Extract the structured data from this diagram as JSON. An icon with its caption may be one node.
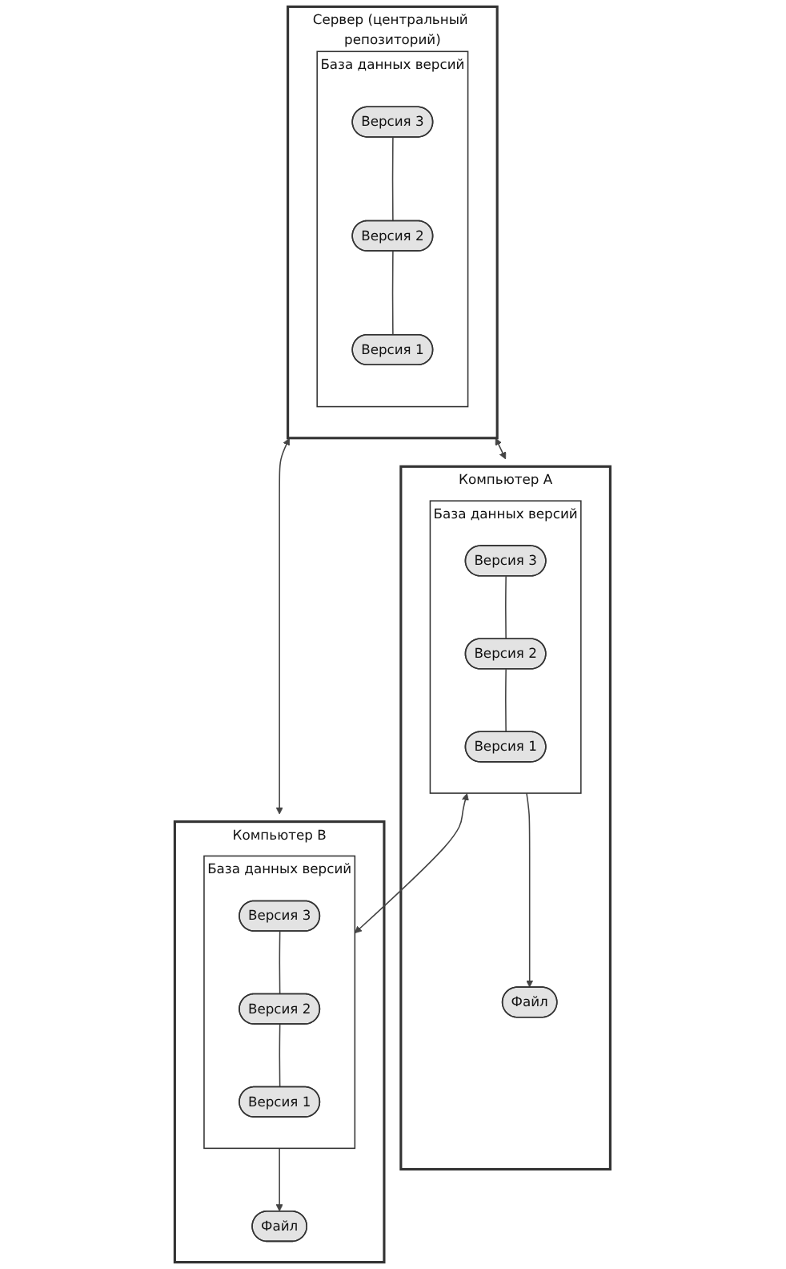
{
  "diagram": {
    "nodes": [
      {
        "text": [
          "Сервер (центральный репозиторий)"
        ]
      },
      {
        "text": [
          "База данных версий"
        ],
        "in": 0
      },
      {
        "text": [
          "Версия 3"
        ],
        "in": 1
      },
      {
        "text": [
          "Версия 2"
        ],
        "in": 1
      },
      {
        "text": [
          "Версия 1"
        ],
        "in": 1
      },
      {
        "text": [
          "Компьютер A"
        ]
      },
      {
        "text": [
          "Файл"
        ],
        "in": 5
      },
      {
        "text": [
          "База данных версий"
        ],
        "in": 5
      },
      {
        "text": [
          "Версия 3"
        ],
        "in": 7
      },
      {
        "text": [
          "Версия 2"
        ],
        "in": 7
      },
      {
        "text": [
          "Версия 1"
        ],
        "in": 7
      },
      {
        "text": [
          "Компьютер B"
        ]
      },
      {
        "text": [
          "Файл"
        ],
        "in": 11
      },
      {
        "text": [
          "База данных версий"
        ],
        "in": 11
      },
      {
        "text": [
          "Версия 3"
        ],
        "in": 13
      },
      {
        "text": [
          "Версия 2"
        ],
        "in": 13
      },
      {
        "text": [
          "Версия 1"
        ],
        "in": 13
      }
    ],
    "edges": [
      {
        "from": 2,
        "to": 3,
        "arrow": "none"
      },
      {
        "from": 3,
        "to": 4,
        "arrow": "none"
      },
      {
        "from": 0,
        "to": 5,
        "arrow": "both"
      },
      {
        "from": 0,
        "to": 11,
        "arrow": "both"
      },
      {
        "from": 7,
        "to": 6,
        "arrow": "to"
      },
      {
        "from": 13,
        "to": 12,
        "arrow": "to"
      },
      {
        "from": 8,
        "to": 9,
        "arrow": "none"
      },
      {
        "from": 9,
        "to": 10,
        "arrow": "none"
      },
      {
        "from": 7,
        "to": 13,
        "arrow": "both"
      },
      {
        "from": 14,
        "to": 15,
        "arrow": "none"
      },
      {
        "from": 15,
        "to": 16,
        "arrow": "none"
      }
    ]
  }
}
